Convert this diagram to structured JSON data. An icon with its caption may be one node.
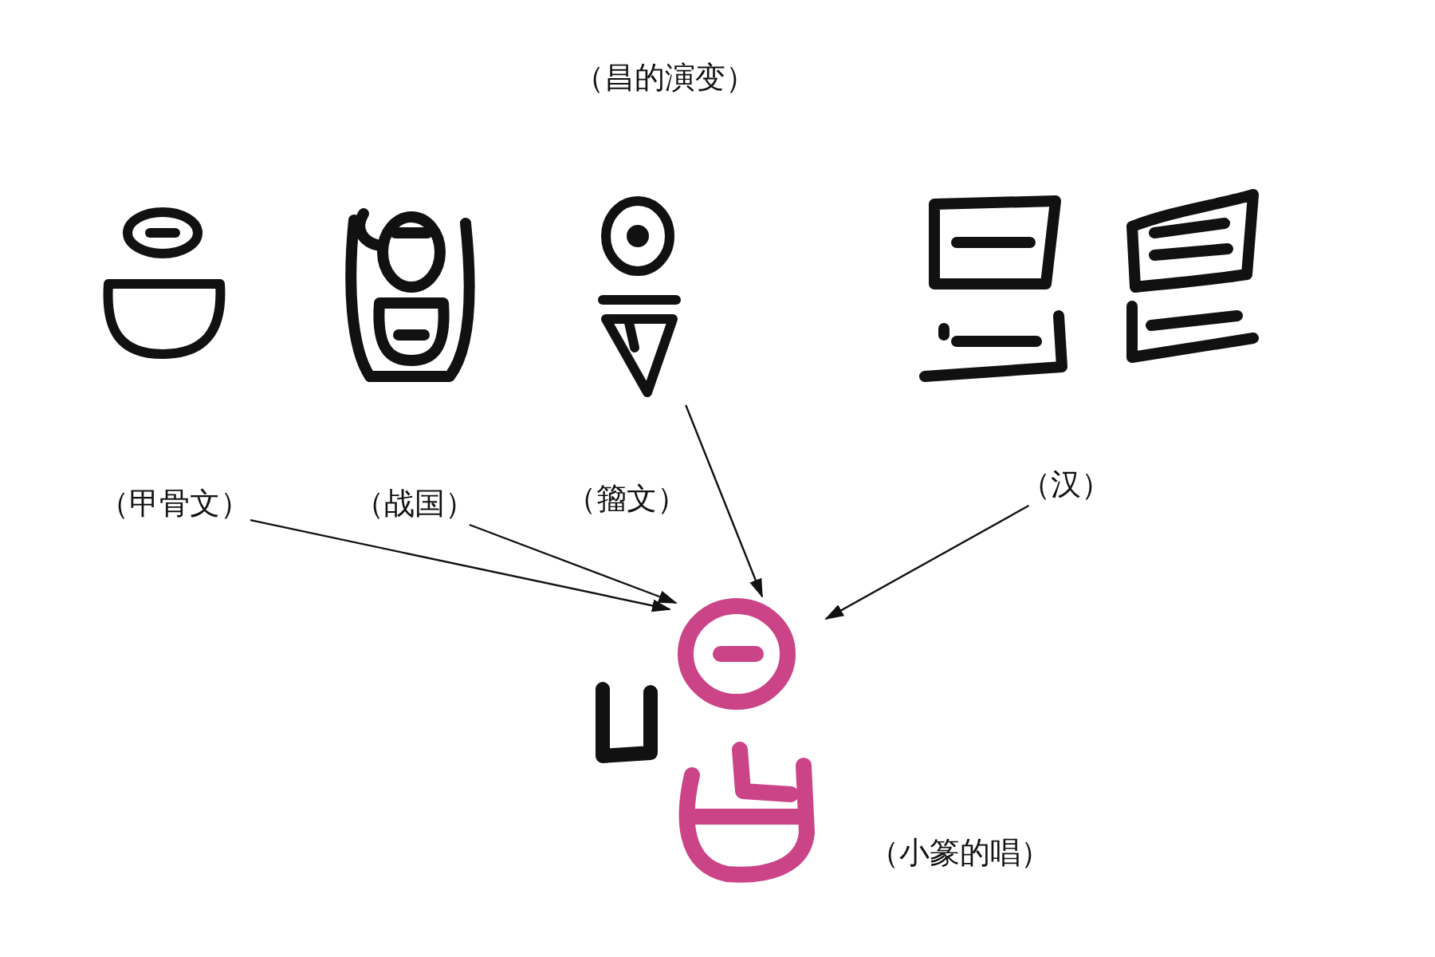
{
  "diagram": {
    "title": "（昌的演变）",
    "nodes": [
      {
        "text": [],
        "shape": "picture"
      },
      {
        "text": [],
        "shape": "picture"
      },
      {
        "text": [],
        "shape": "picture"
      },
      {
        "text": [],
        "shape": "picture"
      },
      {
        "text": [],
        "shape": "picture"
      },
      {
        "text": [
          "（甲骨文）"
        ]
      },
      {
        "text": [
          "（战国）"
        ]
      },
      {
        "text": [
          "（籀文）"
        ]
      },
      {
        "text": [
          "（汉）"
        ]
      },
      {
        "text": [],
        "shape": "picture",
        "beside": [
          "（小篆的唱）"
        ]
      }
    ],
    "edges": [
      {
        "from": 5,
        "to": 9,
        "arrow": "to"
      },
      {
        "from": 6,
        "to": 9,
        "arrow": "to"
      },
      {
        "from": 2,
        "to": 9,
        "arrow": "to"
      },
      {
        "from": 8,
        "to": 9,
        "arrow": "to"
      }
    ]
  }
}
